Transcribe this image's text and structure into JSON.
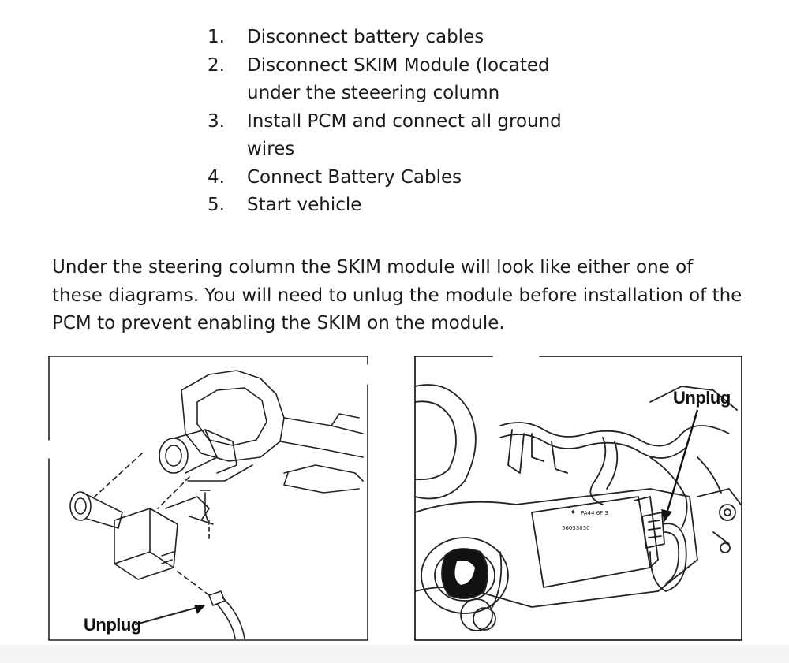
{
  "steps": [
    {
      "num": "1.",
      "text": "Disconnect battery cables"
    },
    {
      "num": "2.",
      "text": "Disconnect SKIM Module (located under the steeering column"
    },
    {
      "num": "3.",
      "text": "Install PCM and connect all ground wires"
    },
    {
      "num": "4.",
      "text": "Connect Battery Cables"
    },
    {
      "num": "5.",
      "text": "Start vehicle"
    }
  ],
  "paragraph": "Under the steering column the SKIM module will look like either one of these diagrams. You will need to unlug the module before installation of the PCM to prevent enabling the SKIM on the module.",
  "figures": {
    "left": {
      "label": "Unplug"
    },
    "right": {
      "label": "Unplug",
      "module_marking_1": "PA44 6F 3",
      "module_marking_2": "56033050"
    }
  }
}
